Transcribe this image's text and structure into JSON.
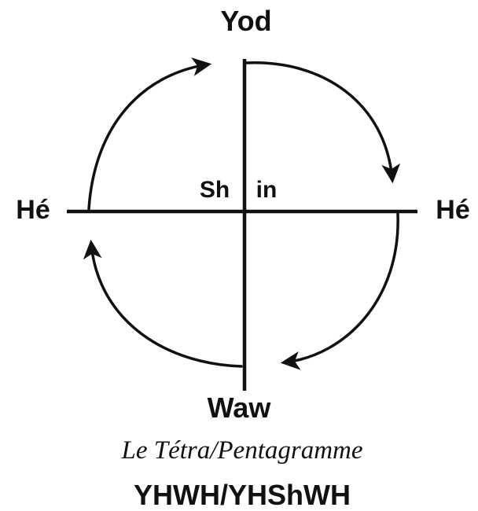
{
  "labels": {
    "top": "Yod",
    "left": "Hé",
    "right": "Hé",
    "bottom": "Waw",
    "center_left": "Sh",
    "center_right": "in"
  },
  "caption": {
    "line1": "Le Tétra/Pentagramme",
    "line2": "YHWH/YHShWH"
  },
  "colors": {
    "ink": "#111111",
    "background": "#ffffff"
  }
}
